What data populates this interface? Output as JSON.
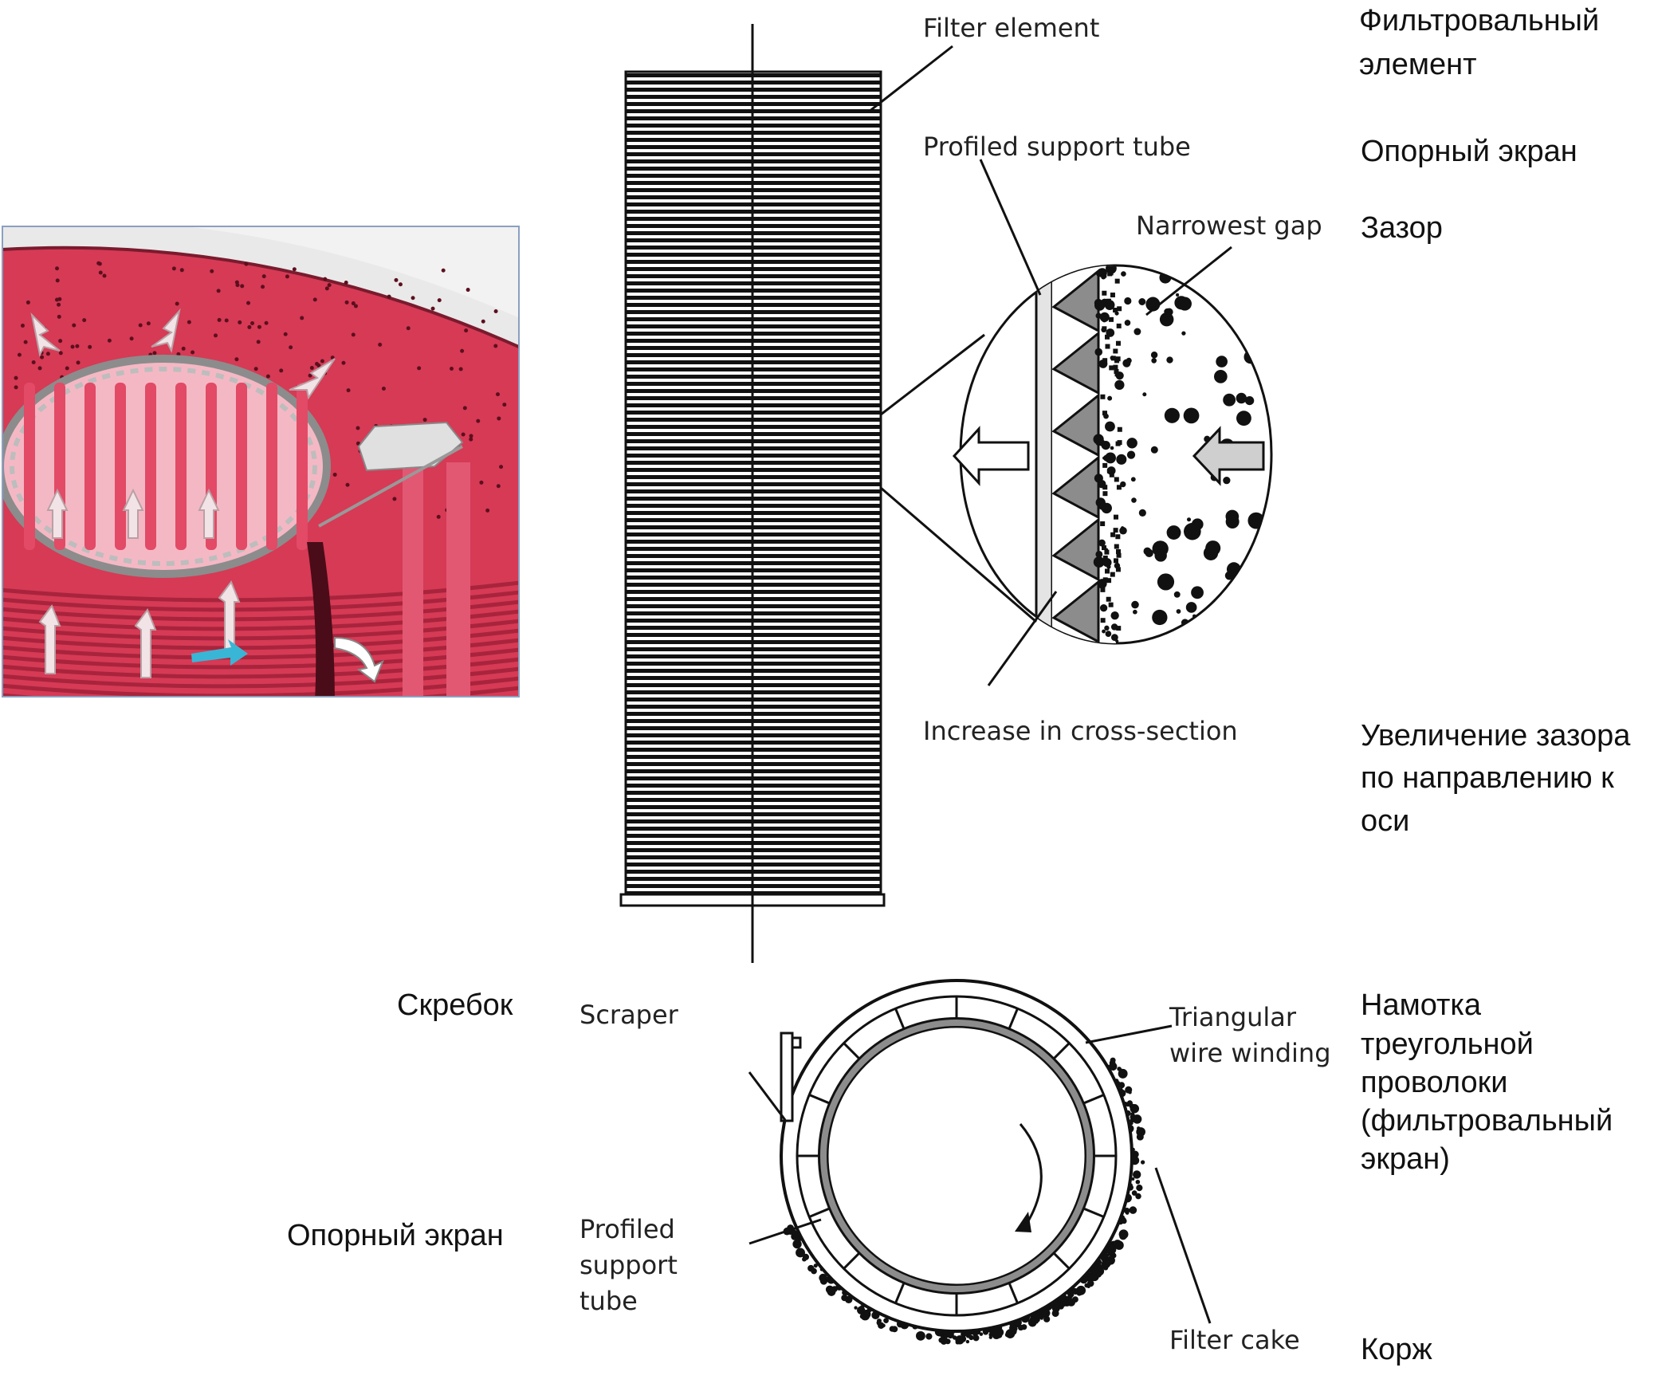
{
  "labels": {
    "filter_element_en": "Filter element",
    "filter_element_ru_1": "Фильтровальный",
    "filter_element_ru_2": "элемент",
    "support_tube_en": "Profiled support tube",
    "support_tube_ru": "Опорный экран",
    "narrowest_gap_en": "Narrowest gap",
    "narrowest_gap_ru": "Зазор",
    "increase_en": "Increase in cross-section",
    "increase_ru_1": "Увеличение зазора",
    "increase_ru_2": "по направлению к",
    "increase_ru_3": "оси",
    "scraper_ru": "Скребок",
    "scraper_en": "Scraper",
    "triangular_en_1": "Triangular",
    "triangular_en_2": "wire winding",
    "triangular_ru_1": "Намотка",
    "triangular_ru_2": "треугольной",
    "triangular_ru_3": "проволоки",
    "triangular_ru_4": "(фильтровальный",
    "triangular_ru_5": "экран)",
    "support_ru_bottom": "Опорный экран",
    "support_en_bottom_1": "Profiled",
    "support_en_bottom_2": "support",
    "support_en_bottom_3": "tube",
    "filter_cake_en": "Filter cake",
    "filter_cake_ru": "Корж"
  },
  "colors": {
    "filter_red": "#d63a55",
    "filter_red_dark": "#a8243c",
    "filter_pink": "#f4b8c4",
    "wire_gray": "#8c8c8c",
    "ink": "#111111"
  }
}
